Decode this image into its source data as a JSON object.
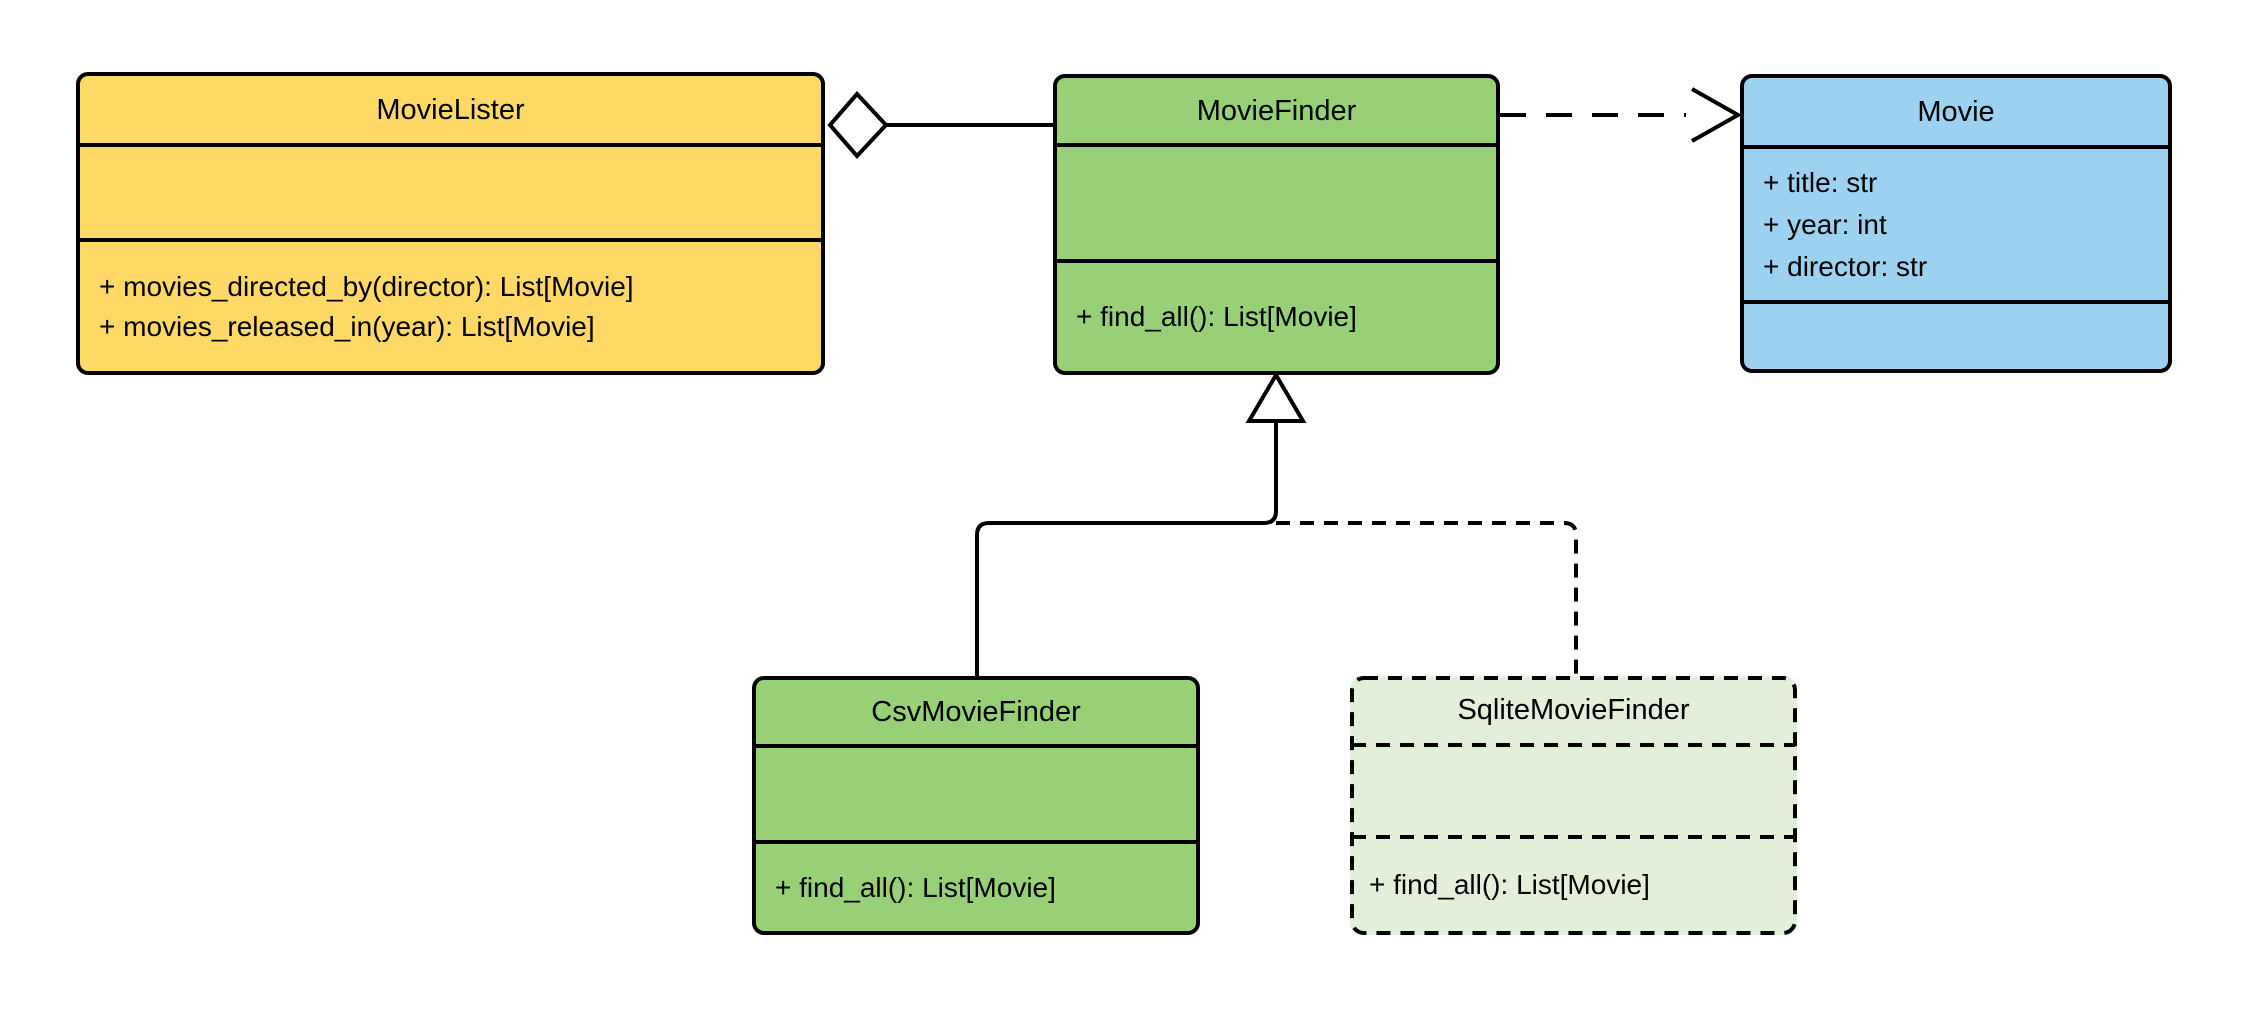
{
  "diagram": {
    "kind": "uml-class-diagram",
    "background": "#FFFFFF",
    "line_color": "#000000",
    "text_color": "#000000",
    "classes": [
      {
        "name": "MovieLister",
        "fill": "#FFD966",
        "border_style": "solid",
        "attributes": [],
        "methods": [
          "+ movies_directed_by(director): List[Movie]",
          "+ movies_released_in(year): List[Movie]"
        ]
      },
      {
        "name": "MovieFinder",
        "fill": "#97D077",
        "border_style": "solid",
        "attributes": [],
        "methods": [
          "+ find_all(): List[Movie]"
        ]
      },
      {
        "name": "Movie",
        "fill": "#9CD2F0",
        "border_style": "solid",
        "attributes": [
          "+ title: str",
          "+ year: int",
          "+ director: str"
        ],
        "methods": []
      },
      {
        "name": "CsvMovieFinder",
        "fill": "#97D077",
        "border_style": "solid",
        "attributes": [],
        "methods": [
          "+ find_all(): List[Movie]"
        ]
      },
      {
        "name": "SqliteMovieFinder",
        "fill": "#E2F0DA",
        "border_style": "dashed",
        "attributes": [],
        "methods": [
          "+ find_all(): List[Movie]"
        ]
      }
    ],
    "relationships": [
      {
        "type": "aggregation",
        "from": "MovieLister",
        "to": "MovieFinder",
        "line": "solid",
        "marker": "hollow-diamond-at-source"
      },
      {
        "type": "dependency",
        "from": "MovieFinder",
        "to": "Movie",
        "line": "dashed",
        "marker": "open-arrow-at-target"
      },
      {
        "type": "inheritance",
        "from": "CsvMovieFinder",
        "to": "MovieFinder",
        "line": "solid",
        "marker": "hollow-triangle-at-target"
      },
      {
        "type": "inheritance",
        "from": "SqliteMovieFinder",
        "to": "MovieFinder",
        "line": "dashed",
        "marker": "hollow-triangle-at-target"
      }
    ]
  }
}
